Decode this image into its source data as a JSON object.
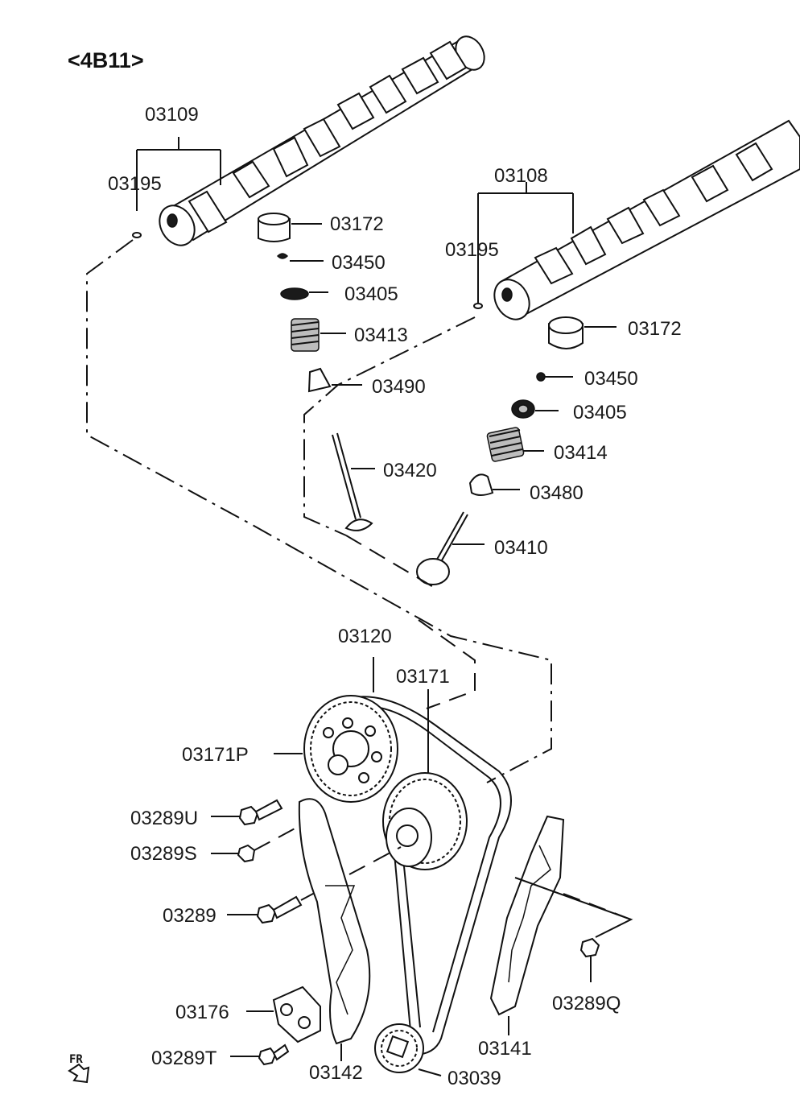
{
  "title": "<4B11>",
  "direction_marker": "FR",
  "parts": {
    "p03109": "03109",
    "p03195_a": "03195",
    "p03172_a": "03172",
    "p03450_a": "03450",
    "p03405_a": "03405",
    "p03413": "03413",
    "p03490": "03490",
    "p03420": "03420",
    "p03108": "03108",
    "p03195_b": "03195",
    "p03172_b": "03172",
    "p03450_b": "03450",
    "p03405_b": "03405",
    "p03414": "03414",
    "p03480": "03480",
    "p03410": "03410",
    "p03120": "03120",
    "p03171": "03171",
    "p03171P": "03171P",
    "p03289U": "03289U",
    "p03289S": "03289S",
    "p03289": "03289",
    "p03176": "03176",
    "p03289T": "03289T",
    "p03142": "03142",
    "p03039": "03039",
    "p03141": "03141",
    "p03289Q": "03289Q"
  }
}
